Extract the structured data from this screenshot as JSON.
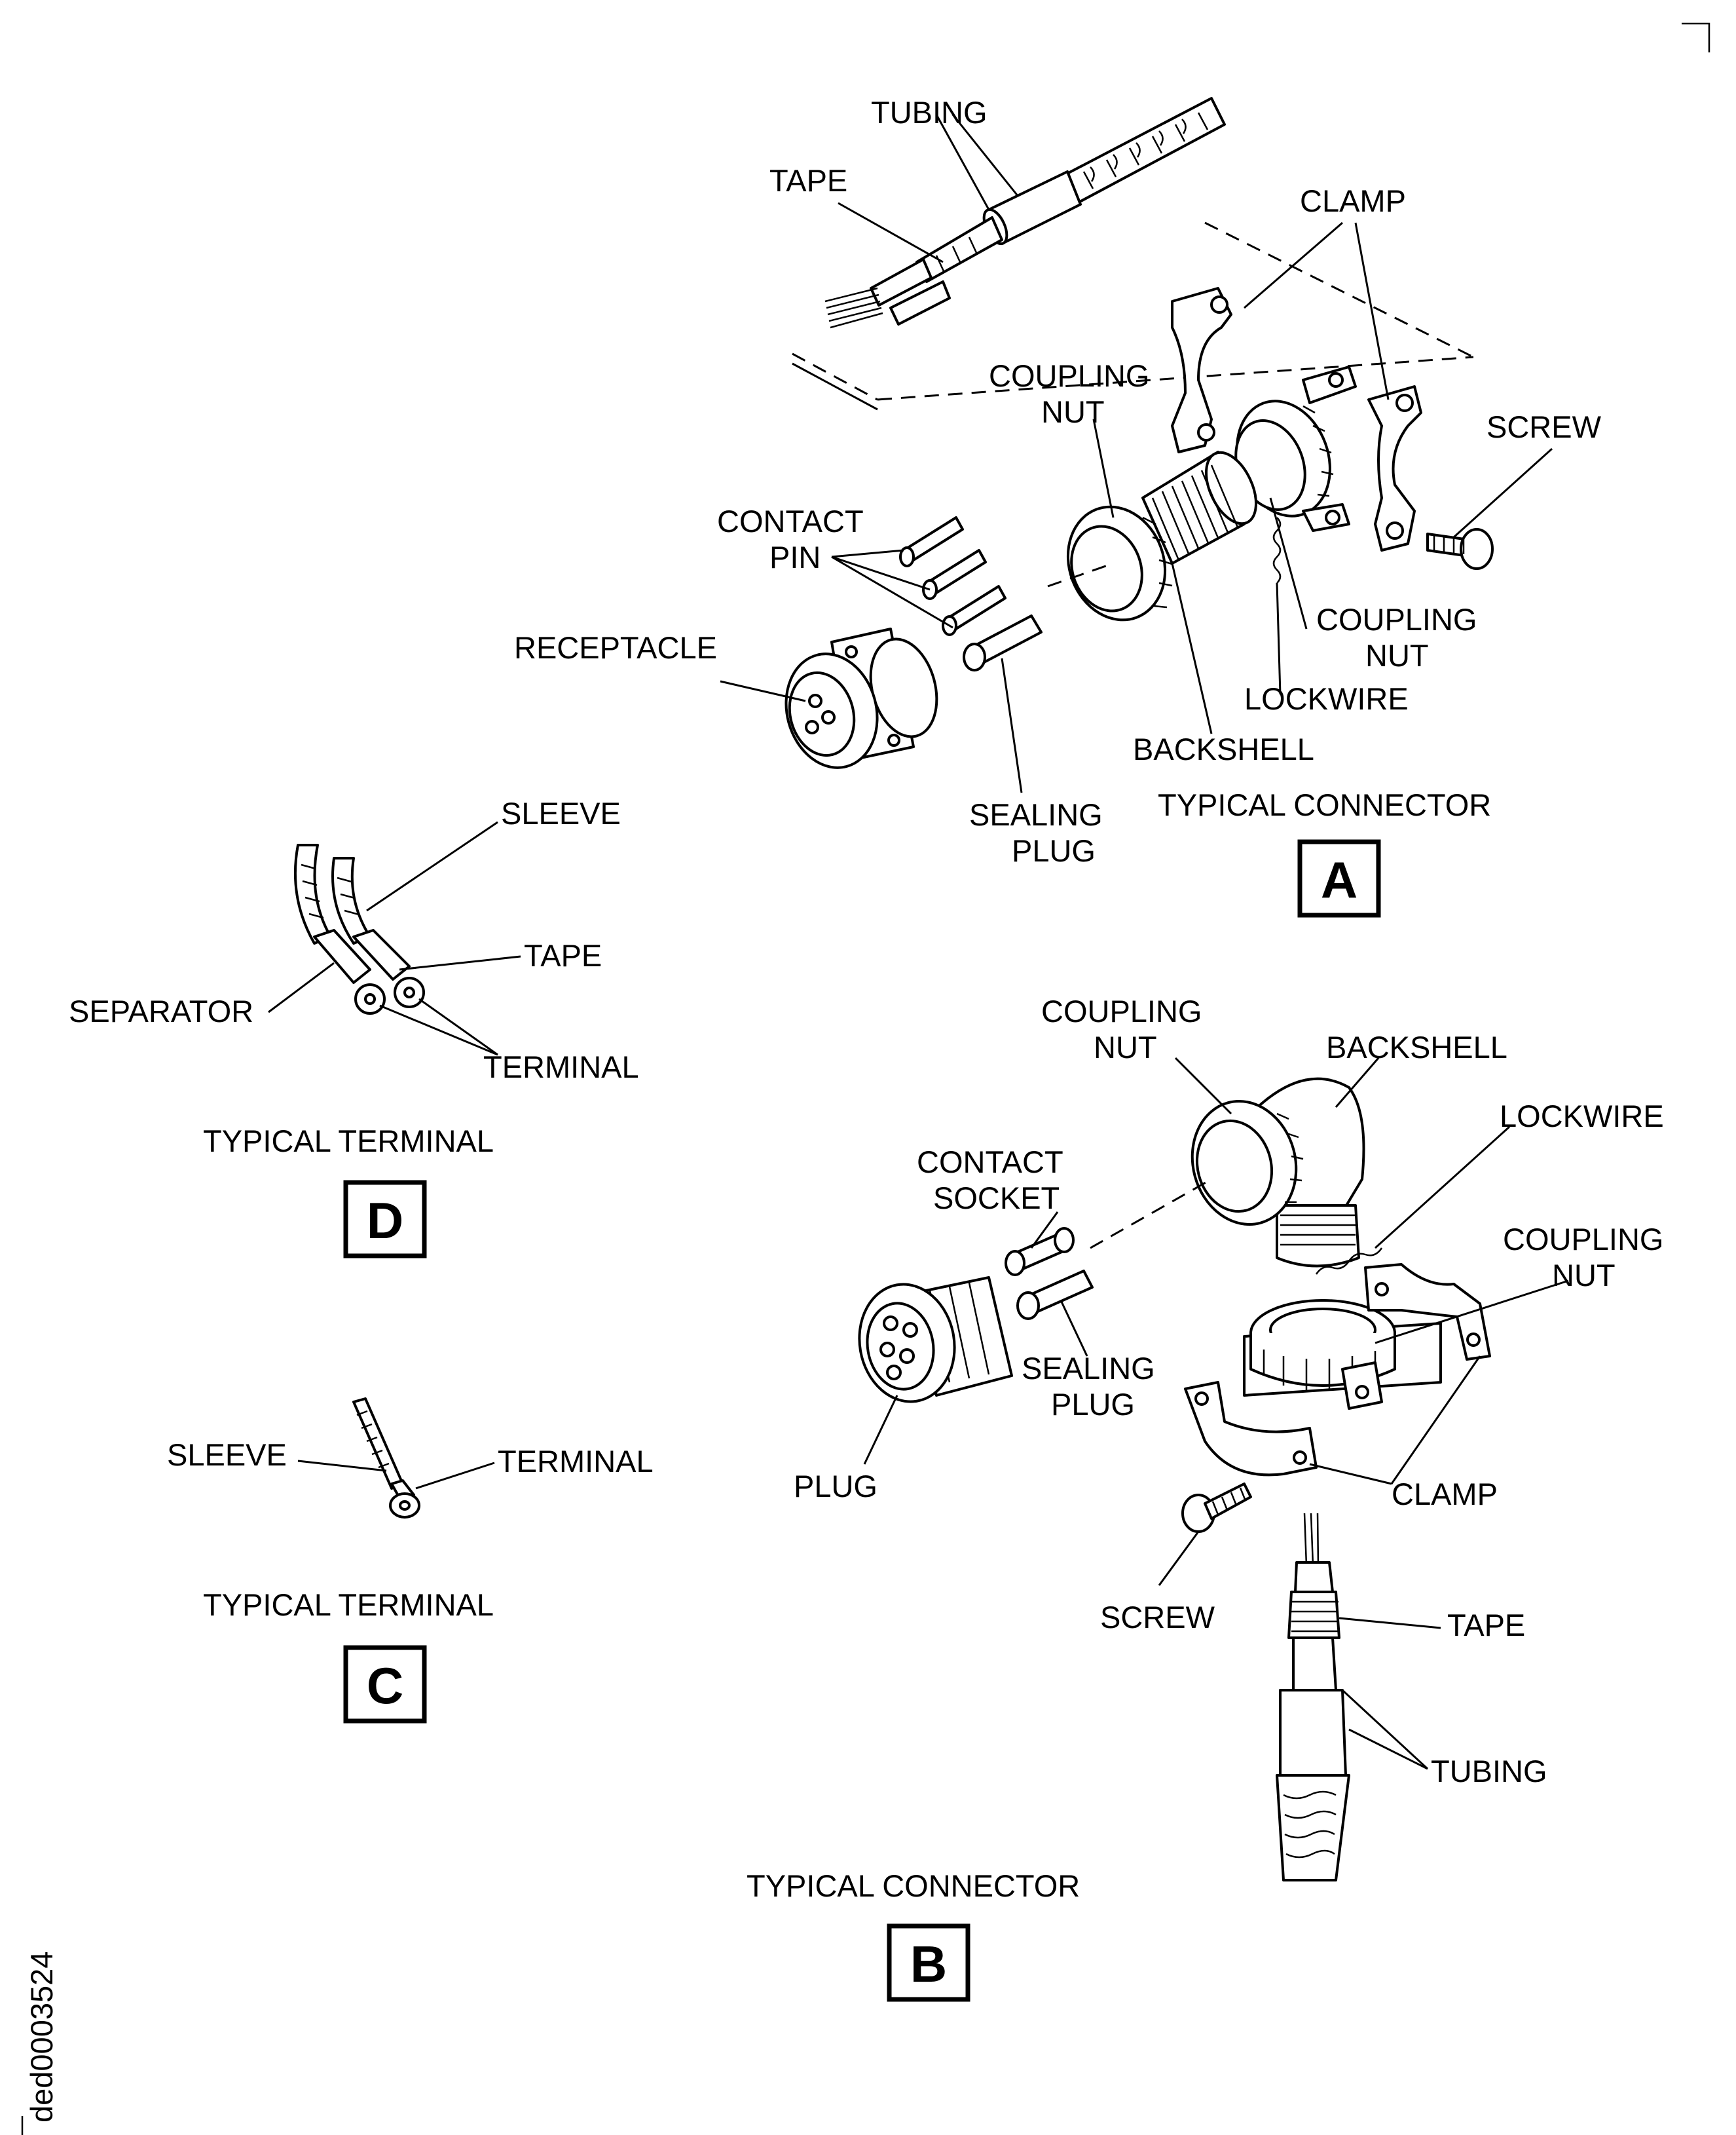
{
  "view_a": {
    "tubing": "TUBING",
    "tape": "TAPE",
    "clamp": "CLAMP",
    "coupling_nut_1": [
      "COUPLING",
      "NUT"
    ],
    "screw": "SCREW",
    "contact_pin": [
      "CONTACT",
      "PIN"
    ],
    "receptacle": "RECEPTACLE",
    "coupling_nut_2": [
      "COUPLING",
      "NUT"
    ],
    "lockwire": "LOCKWIRE",
    "backshell": "BACKSHELL",
    "sealing_plug": [
      "SEALING",
      "PLUG"
    ],
    "caption": "TYPICAL CONNECTOR",
    "letter": "A"
  },
  "view_d": {
    "sleeve": "SLEEVE",
    "tape": "TAPE",
    "separator": "SEPARATOR",
    "terminal": "TERMINAL",
    "caption": "TYPICAL TERMINAL",
    "letter": "D"
  },
  "view_c": {
    "sleeve": "SLEEVE",
    "terminal": "TERMINAL",
    "caption": "TYPICAL TERMINAL",
    "letter": "C"
  },
  "view_b": {
    "coupling_nut_1": [
      "COUPLING",
      "NUT"
    ],
    "backshell": "BACKSHELL",
    "lockwire": "LOCKWIRE",
    "contact_socket": [
      "CONTACT",
      "SOCKET"
    ],
    "coupling_nut_2": [
      "COUPLING",
      "NUT"
    ],
    "sealing_plug": [
      "SEALING",
      "PLUG"
    ],
    "plug": "PLUG",
    "clamp": "CLAMP",
    "screw": "SCREW",
    "tape": "TAPE",
    "tubing": "TUBING",
    "caption": "TYPICAL CONNECTOR",
    "letter": "B"
  },
  "figure_id": "ded0003524"
}
